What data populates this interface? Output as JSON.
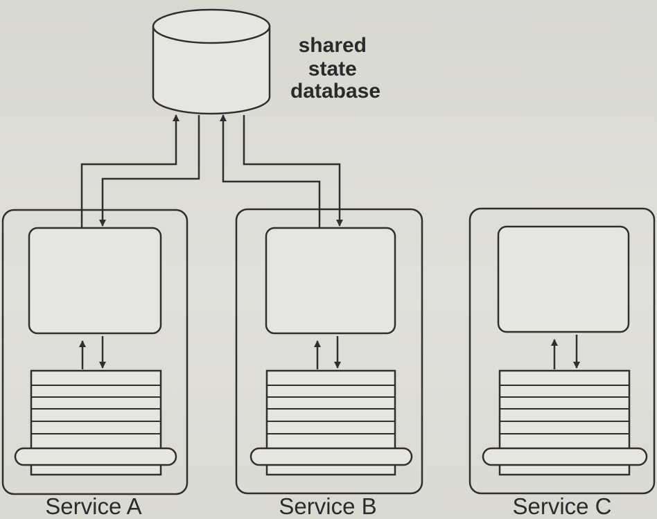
{
  "database": {
    "label_lines": [
      "shared",
      "state",
      "database"
    ]
  },
  "services": [
    {
      "name": "Service A",
      "connected_to_database": true
    },
    {
      "name": "Service B",
      "connected_to_database": true
    },
    {
      "name": "Service C",
      "connected_to_database": false
    }
  ],
  "colors": {
    "background": "#dcdcd6",
    "stroke": "#2e2e2e",
    "fill": "#e6e6e1"
  }
}
